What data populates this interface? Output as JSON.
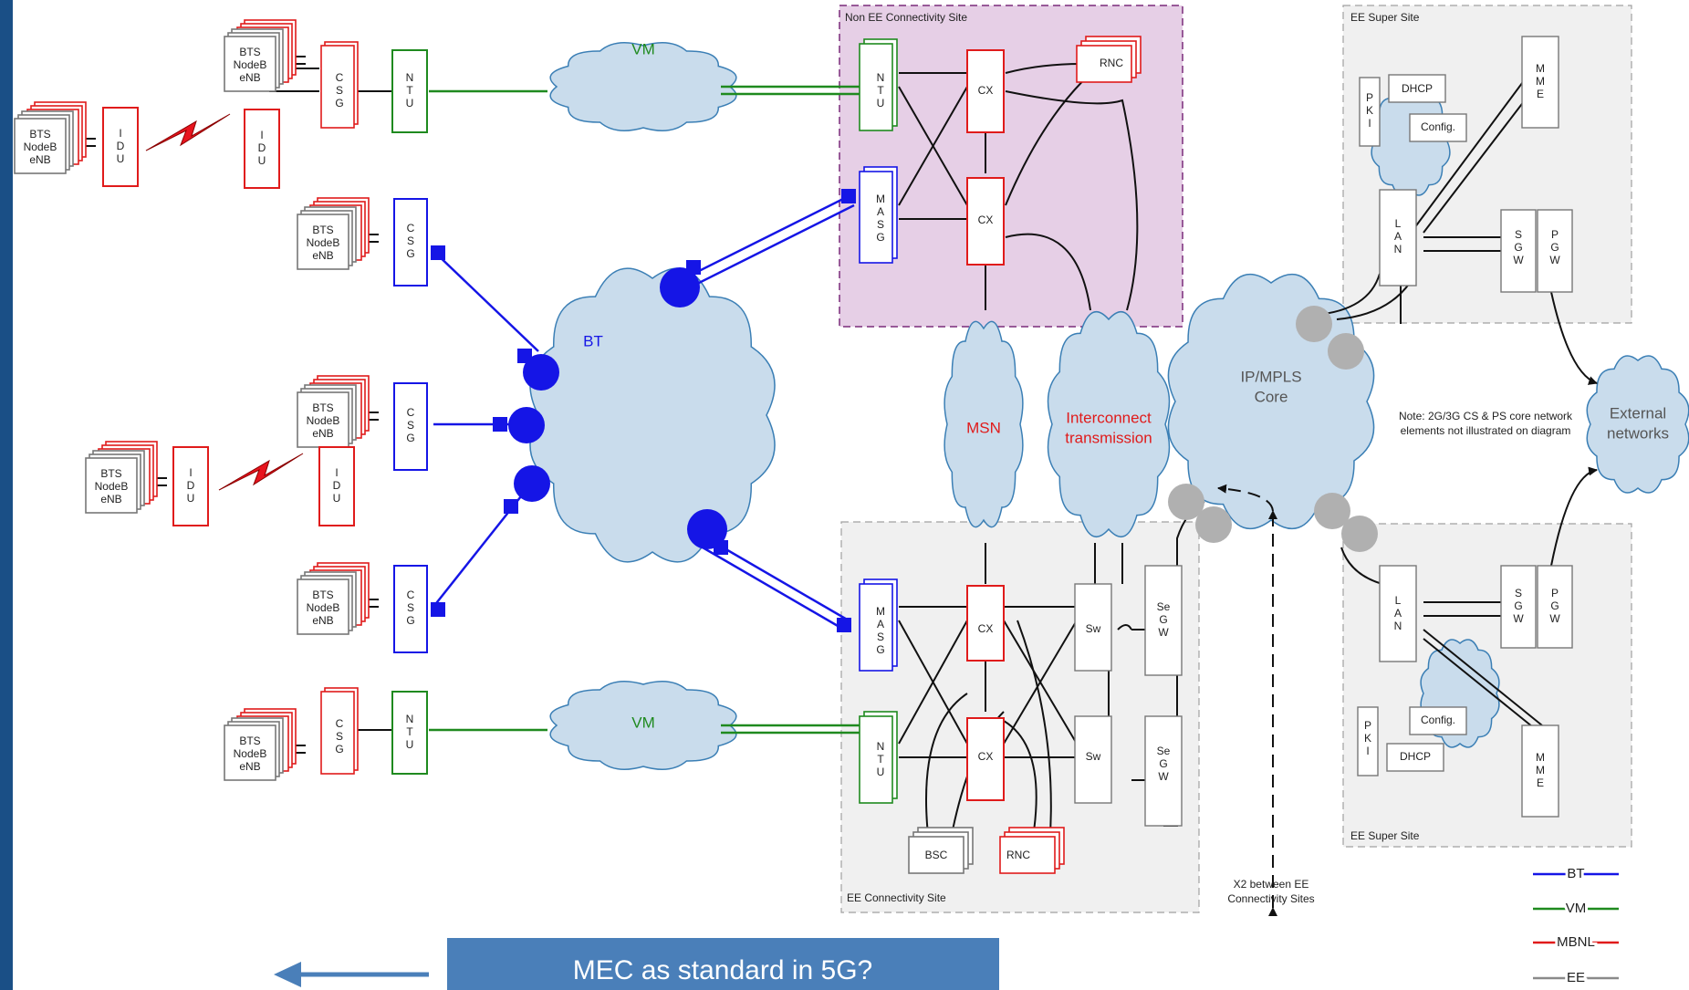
{
  "colors": {
    "bt": "#1515e6",
    "vm": "#1f8a1f",
    "mbnl": "#e01b1b",
    "ee": "#8a8a8a",
    "cloud": "#c9dcec",
    "cloud_edge": "#3b7fb5",
    "non_ee_site_fill": "#e6cfe6",
    "site_fill": "#f0f0f0",
    "banner": "#4a7fb9",
    "left_bar": "#1a4f86"
  },
  "sites": {
    "non_ee": "Non EE Connectivity Site",
    "ee_conn": "EE Connectivity Site",
    "super_top": "EE Super Site",
    "super_bottom": "EE Super Site"
  },
  "clouds": {
    "vm_top": "VM",
    "vm_bottom": "VM",
    "bt": "BT",
    "msn": "MSN",
    "interconnect": [
      "Interconnect",
      "transmission"
    ],
    "ipmpls": [
      "IP/MPLS",
      "Core"
    ],
    "external": [
      "External",
      "networks"
    ]
  },
  "labels": {
    "bts": [
      "BTS",
      "NodeB",
      "eNB"
    ],
    "bts_stack": "BTS",
    "idu": [
      "I",
      "D",
      "U"
    ],
    "csg": [
      "C",
      "S",
      "G"
    ],
    "ntu": [
      "N",
      "T",
      "U"
    ],
    "masg": [
      "M",
      "A",
      "S",
      "G"
    ],
    "cx": "CX",
    "rnc": "RNC",
    "bsc": "BSC",
    "sw": "Sw",
    "segw": [
      "Se",
      "G",
      "W"
    ],
    "pki": [
      "P",
      "K",
      "I"
    ],
    "dhcp": "DHCP",
    "config": "Config.",
    "lan": [
      "L",
      "A",
      "N"
    ],
    "sgw": [
      "S",
      "G",
      "W"
    ],
    "pgw": [
      "P",
      "G",
      "W"
    ],
    "mme": [
      "M",
      "M",
      "E"
    ]
  },
  "note": [
    "Note: 2G/3G CS & PS core network",
    "elements not illustrated on diagram"
  ],
  "x2_note": [
    "X2 between EE",
    "Connectivity Sites"
  ],
  "legend": {
    "bt": "BT",
    "vm": "VM",
    "mbnl": "MBNL",
    "ee": "EE"
  },
  "banner": "MEC as standard in 5G?"
}
